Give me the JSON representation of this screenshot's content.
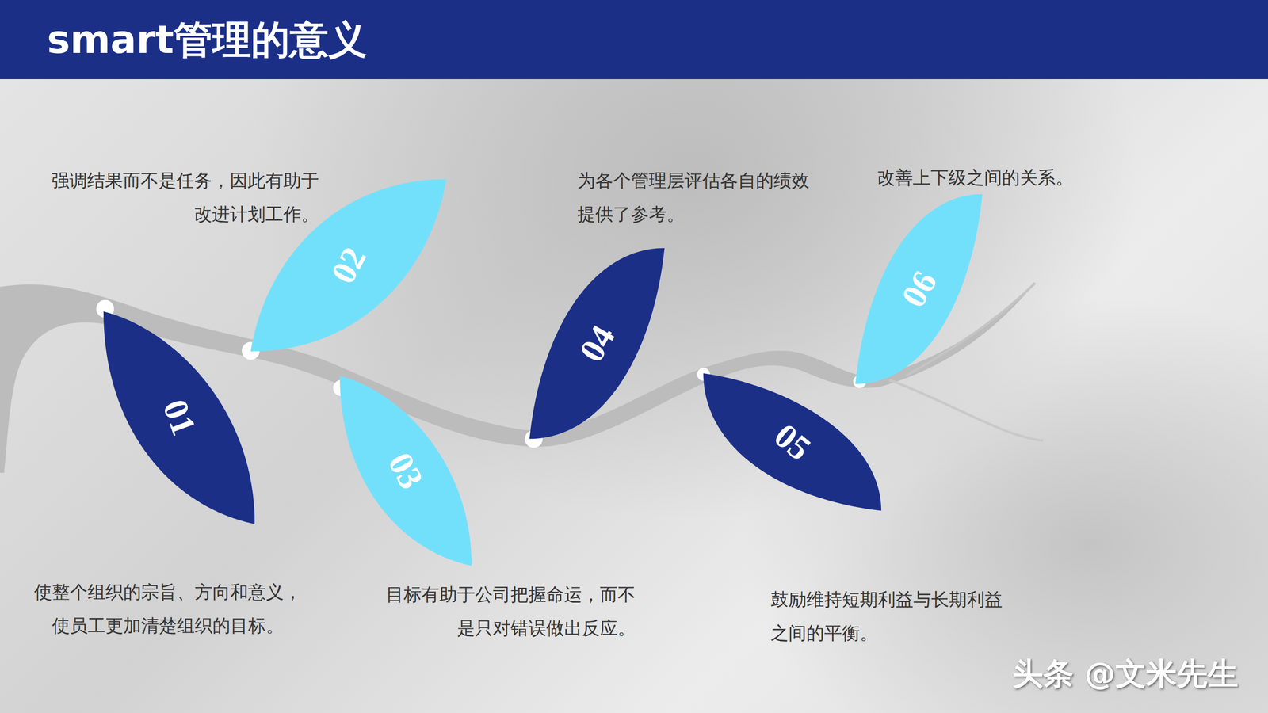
{
  "diagram": {
    "title": "smart管理的意义",
    "nodes": [
      {
        "text": [
          "01"
        ]
      },
      {
        "text": [
          "02"
        ]
      },
      {
        "text": [
          "03"
        ]
      },
      {
        "text": [
          "04"
        ]
      },
      {
        "text": [
          "05"
        ]
      },
      {
        "text": [
          "06"
        ]
      }
    ],
    "labels": [
      "强调结果而不是任务，因此有助于改进计划工作。",
      "为各个管理层评估各自的绩效提供了参考。",
      "改善上下级之间的关系。",
      "使整个组织的宗旨、方向和意义，使员工更加清楚组织的目标。",
      "目标有助于公司把握命运，而不是只对错误做出反应。",
      "鼓励维持短期利益与长期利益之间的平衡。",
      "头条 @文米先生"
    ]
  }
}
